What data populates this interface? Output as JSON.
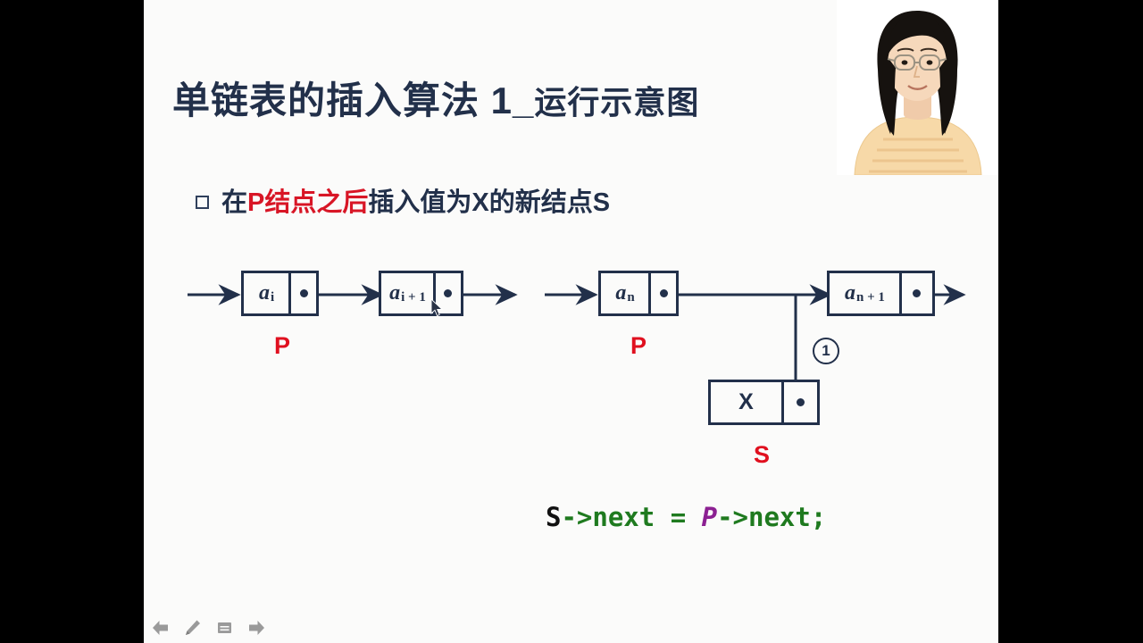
{
  "slide": {
    "title_main": "单链表的插入算法 ",
    "title_number": "1_",
    "title_tail": "运行示意图",
    "bullet": {
      "prefix": "在",
      "highlight_lead": "P",
      "highlight": "结点之后",
      "mid": "插入值为",
      "var_x": "X",
      "mid2": "的新结点",
      "var_s": "S"
    },
    "code": {
      "s": "S",
      "arrow_next_1": "->next ",
      "equals": "= ",
      "p": "P",
      "arrow_next_2": "->next;"
    },
    "colors": {
      "ink": "#22304a",
      "red": "#e0101f",
      "green": "#1f7a1f",
      "purple": "#8c2092",
      "slide_bg": "#fbfbfa",
      "letterbox": "#000000",
      "toolbar_gray": "#9a9a9a"
    }
  },
  "diagram": {
    "left_chain": {
      "nodes": [
        {
          "value": "a",
          "sub": "i",
          "label": "P"
        },
        {
          "value": "a",
          "sub": "i + 1",
          "label": ""
        }
      ]
    },
    "right_chain": {
      "nodes": [
        {
          "value": "a",
          "sub": "n",
          "label": "P"
        },
        {
          "value": "a",
          "sub": "n + 1",
          "label": ""
        }
      ],
      "new_node": {
        "value": "X",
        "label": "S"
      },
      "step_number": "1"
    }
  },
  "toolbar": {
    "items": [
      {
        "name": "previous-slide",
        "icon": "arrow-left-icon"
      },
      {
        "name": "pen-tool",
        "icon": "pencil-icon"
      },
      {
        "name": "slide-menu",
        "icon": "slide-list-icon"
      },
      {
        "name": "next-slide",
        "icon": "arrow-right-icon"
      }
    ]
  },
  "presenter": {
    "label": "presenter-video"
  }
}
